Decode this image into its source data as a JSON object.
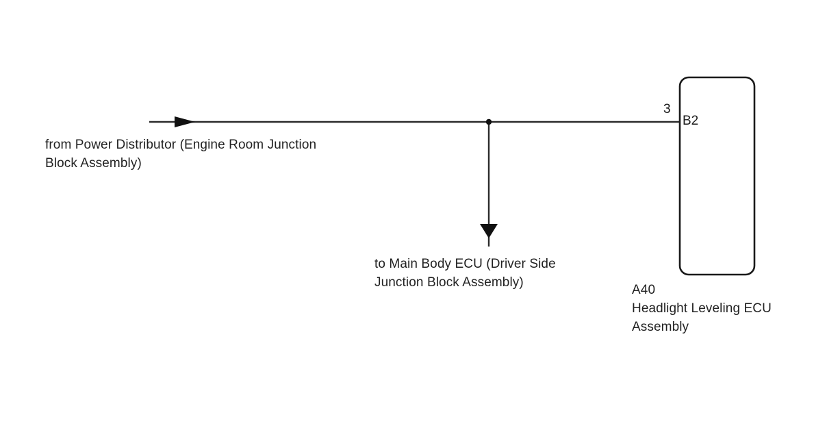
{
  "diagram": {
    "type": "automotive-wiring-diagram",
    "background_color": "#ffffff",
    "line_color": "#1a1a1a",
    "text_color": "#222222",
    "source_label": "from Power Distributor (Engine Room Junction\nBlock Assembly)",
    "source_label_lines": [
      "from Power Distributor (Engine Room Junction",
      "Block Assembly)"
    ],
    "branch_label": "to Main Body ECU (Driver Side\nJunction Block Assembly)",
    "branch_label_lines": [
      "to Main Body ECU (Driver Side",
      "Junction Block Assembly)"
    ],
    "component": {
      "code": "A40",
      "name": "Headlight Leveling ECU\nAssembly",
      "name_lines": [
        "Headlight Leveling ECU",
        "Assembly"
      ],
      "full_label": "A40\nHeadlight Leveling ECU\nAssembly",
      "connector_code": "B2",
      "terminal_number": "3"
    },
    "nodes": {
      "junction_dot_label": "junction",
      "inbound_arrow_label": "inbound-power-arrow",
      "outbound_arrow_label": "outbound-branch-arrow"
    }
  }
}
